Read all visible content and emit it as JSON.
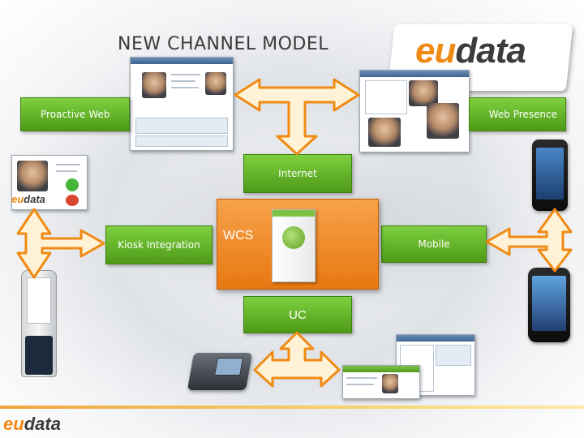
{
  "title": "NEW CHANNEL MODEL",
  "brand": {
    "eu": "eu",
    "rest": "data"
  },
  "nodes": {
    "proactive_web": "Proactive Web",
    "web_presence": "Web Presence",
    "internet": "Internet",
    "kiosk_integration": "Kiosk Integration",
    "wcs": "WCS",
    "mobile": "Mobile",
    "uc": "UC"
  },
  "colors": {
    "node_green": "#5cad22",
    "wcs_orange": "#ee8a25",
    "arrow_fill": "#fff2d6",
    "arrow_stroke": "#f08a12",
    "brand_orange": "#f08a12",
    "brand_dark": "#3b3b3b"
  },
  "icons": [
    "double-arrow-icon",
    "smartphone-icon",
    "desk-phone-icon",
    "kiosk-icon",
    "software-box-icon"
  ]
}
